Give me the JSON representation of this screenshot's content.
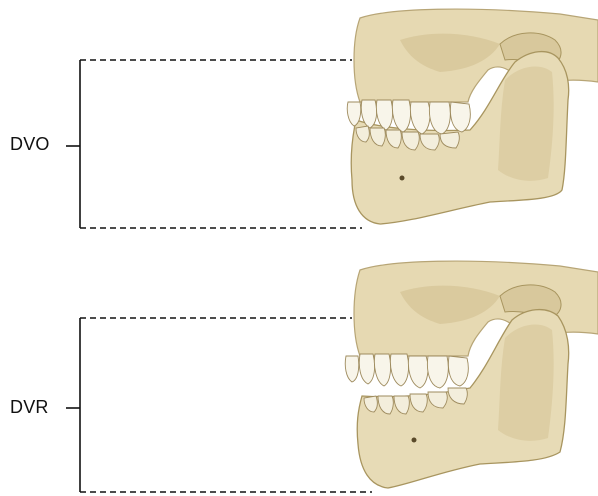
{
  "panels": [
    {
      "label": "DVO",
      "state": "closed-jaw"
    },
    {
      "label": "DVR",
      "state": "open-jaw"
    }
  ],
  "colors": {
    "bone": "#E7DBB6",
    "bone_shade": "#C9B88A",
    "bone_dark": "#9E8B5E",
    "tooth": "#F8F5EA",
    "line": "#111111"
  }
}
